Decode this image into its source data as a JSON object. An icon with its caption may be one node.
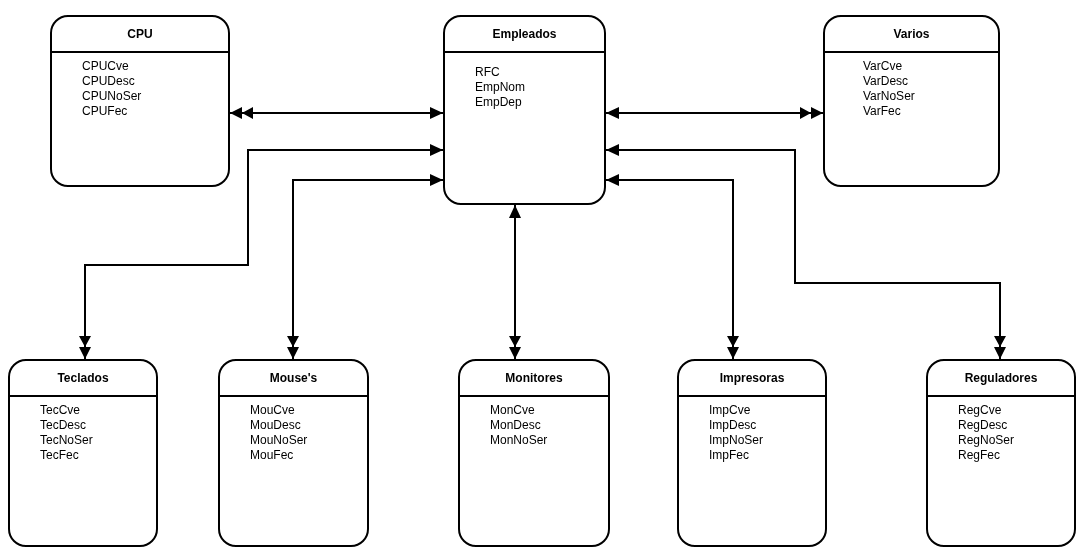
{
  "diagram": {
    "nodes": [
      {
        "text": [
          "CPU",
          "CPUCve",
          "CPUDesc",
          "CPUNoSer",
          "CPUFec"
        ]
      },
      {
        "text": [
          "Empleados",
          "RFC",
          "EmpNom",
          "EmpDep"
        ]
      },
      {
        "text": [
          "Varios",
          "VarCve",
          "VarDesc",
          "VarNoSer",
          "VarFec"
        ]
      },
      {
        "text": [
          "Teclados",
          "TecCve",
          "TecDesc",
          "TecNoSer",
          "TecFec"
        ]
      },
      {
        "text": [
          "Mouse's",
          "MouCve",
          "MouDesc",
          "MouNoSer",
          "MouFec"
        ]
      },
      {
        "text": [
          "Monitores",
          "MonCve",
          "MonDesc",
          "MonNoSer"
        ]
      },
      {
        "text": [
          "Impresoras",
          "ImpCve",
          "ImpDesc",
          "ImpNoSer",
          "ImpFec"
        ]
      },
      {
        "text": [
          "Reguladores",
          "RegCve",
          "RegDesc",
          "RegNoSer",
          "RegFec"
        ]
      }
    ],
    "edges": [
      {
        "from": 1,
        "to": 0,
        "arrow": "both"
      },
      {
        "from": 1,
        "to": 2,
        "arrow": "both"
      },
      {
        "from": 1,
        "to": 3,
        "arrow": "both"
      },
      {
        "from": 1,
        "to": 4,
        "arrow": "both"
      },
      {
        "from": 1,
        "to": 5,
        "arrow": "both"
      },
      {
        "from": 1,
        "to": 6,
        "arrow": "both"
      },
      {
        "from": 1,
        "to": 7,
        "arrow": "both"
      }
    ]
  }
}
